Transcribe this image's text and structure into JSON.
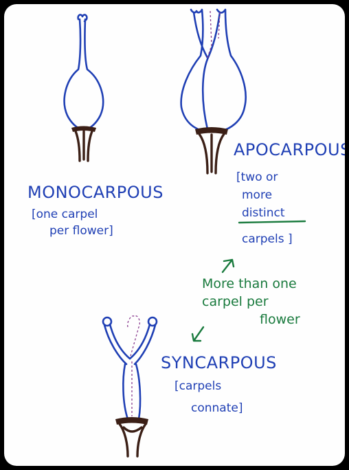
{
  "labels": {
    "monocarpous": {
      "title": "MONOCARPOUS",
      "line1": "[one carpel",
      "line2": "per flower]"
    },
    "apocarpous": {
      "title": "APOCARPOUS",
      "line1": "[two or",
      "line2": "more",
      "line3": "distinct",
      "line4": "carpels ]"
    },
    "syncarpous": {
      "title": "SYNCARPOUS",
      "line1": "[carpels",
      "line2": "connate]"
    },
    "note": {
      "line1": "More than one",
      "line2": "carpel per",
      "line3": "flower"
    }
  },
  "colors": {
    "ink_blue": "#1f3fb4",
    "ink_green": "#197a3d",
    "ink_brown": "#3b1f16",
    "ink_dashed": "#8a3d8f"
  }
}
